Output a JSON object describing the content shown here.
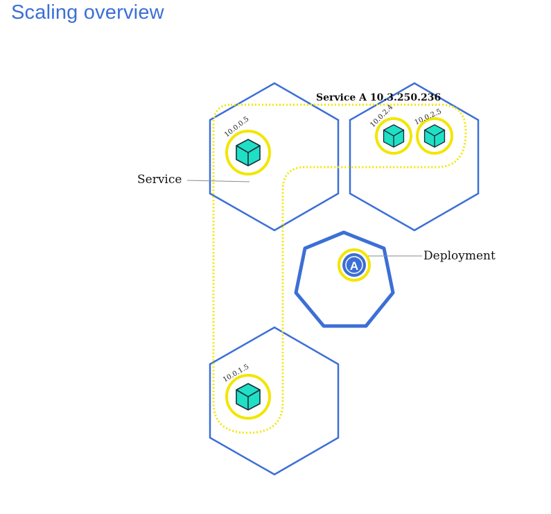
{
  "page": {
    "title": "Scaling overview"
  },
  "diagram": {
    "service_banner": "Service A 10.3.250.236",
    "service_label": "Service",
    "deployment_label": "Deployment",
    "deployment_icon_letter": "A",
    "pod_ips": {
      "pod1": "10.0.0.5",
      "pod2": "10.0.2.4",
      "pod3": "10.0.2.5",
      "pod4": "10.0.1.5"
    },
    "colors": {
      "node_stroke": "#3c6fd6",
      "deployment_stroke": "#3c6fd6",
      "service_dotted": "#f2e600",
      "pod_ring": "#f2e600",
      "pod_cube": "#1fe0c4",
      "label_line": "#8a8a8a"
    },
    "icons": {
      "pod": "cube-icon",
      "deployment": "deployment-a-icon"
    }
  }
}
